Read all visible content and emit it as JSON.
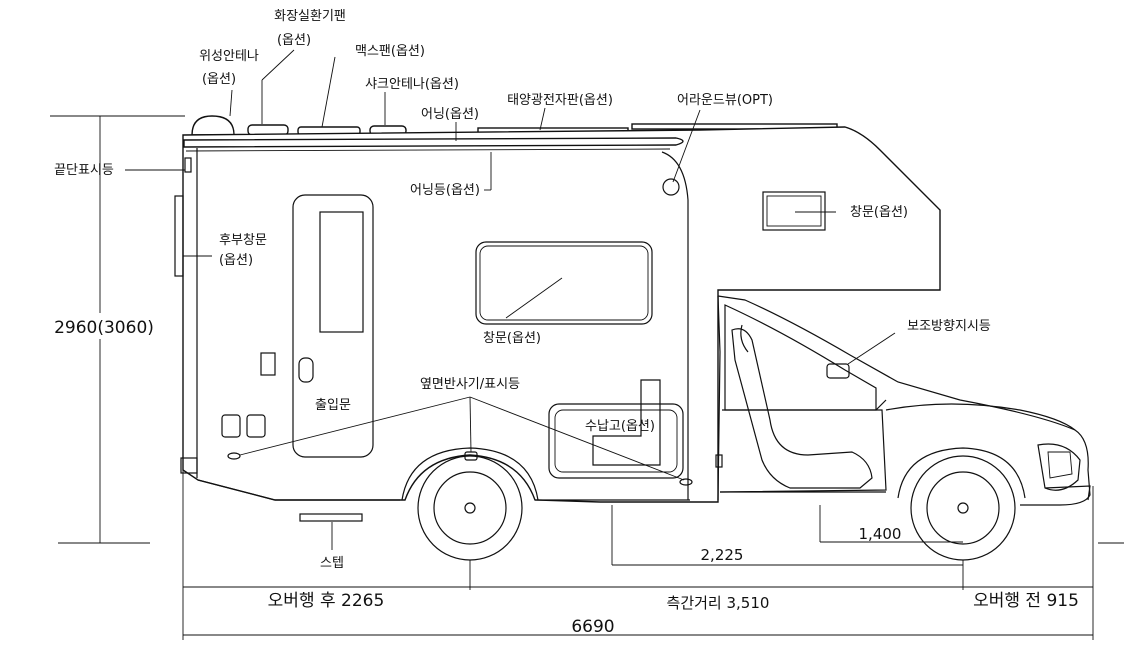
{
  "labels": {
    "bathroom_fan": "화장실환기팬",
    "bathroom_fan_opt": "(옵션)",
    "sat_antenna": "위성안테나",
    "sat_antenna_opt": "(옵션)",
    "max_fan": "맥스팬(옵션)",
    "shark_antenna": "샤크안테나(옵션)",
    "awning": "어닝(옵션)",
    "solar_panel": "태양광전자판(옵션)",
    "around_view": "어라운드뷰(OPT)",
    "end_marker": "끝단표시등",
    "awning_light": "어닝등(옵션)",
    "window_front": "창문(옵션)",
    "rear_window": "후부창문",
    "rear_window_opt": "(옵션)",
    "side_window": "창문(옵션)",
    "aux_turn_signal": "보조방향지시등",
    "side_reflector": "옆면반사기/표시등",
    "storage": "수납고(옵션)",
    "entry_door": "출입문",
    "step": "스텝"
  },
  "dimensions": {
    "height": "2960(3060)",
    "rear_axle_offset": "2,225",
    "front_offset": "1,400",
    "rear_overhang": "오버행 후 2265",
    "wheelbase": "측간거리 3,510",
    "front_overhang": "오버행 전 915",
    "total_length": "6690"
  }
}
